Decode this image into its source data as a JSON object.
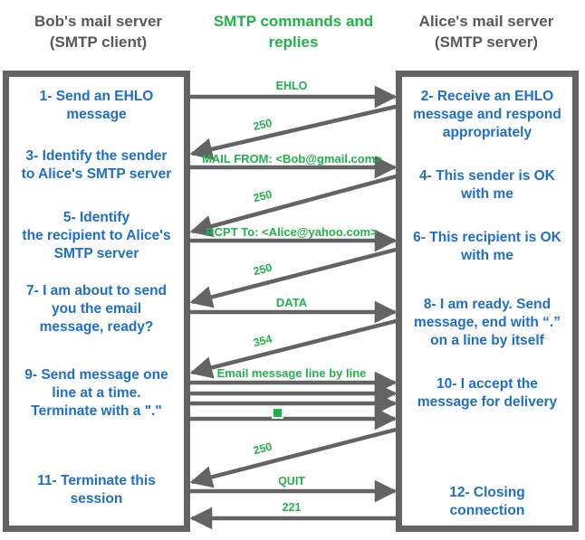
{
  "headings": {
    "left": "Bob's mail server\n(SMTP client)",
    "middle": "SMTP commands and\nreplies",
    "right": "Alice's mail server\n(SMTP server)"
  },
  "colors": {
    "client_text": "#1f6fc4",
    "label_green": "#22b14c",
    "heading_gray": "#595959",
    "arrow_gray": "#636363",
    "panel_border": "#636363",
    "background": "#ffffff"
  },
  "left_steps": [
    {
      "id": "step-1",
      "text": "1- Send an EHLO\nmessage"
    },
    {
      "id": "step-3",
      "text": "3- Identify the sender\nto Alice's SMTP server"
    },
    {
      "id": "step-5",
      "text": "5- Identify\nthe recipient to Alice's\nSMTP server"
    },
    {
      "id": "step-7",
      "text": "7- I am about to send\nyou the email\nmessage, ready?"
    },
    {
      "id": "step-9",
      "text": "9- Send message one\nline at a time.\nTerminate with a \".\""
    },
    {
      "id": "step-11",
      "text": "11- Terminate this\nsession"
    }
  ],
  "right_steps": [
    {
      "id": "step-2",
      "text": "2- Receive an EHLO\nmessage and respond\nappropriately"
    },
    {
      "id": "step-4",
      "text": "4- This sender is OK\nwith me"
    },
    {
      "id": "step-6",
      "text": "6- This recipient is OK\nwith me"
    },
    {
      "id": "step-8",
      "text": "8-  I am ready. Send\nmessage, end with “.”\non a line by itself"
    },
    {
      "id": "step-10",
      "text": "10-  I accept the\nmessage for delivery"
    },
    {
      "id": "step-12",
      "text": "12-  Closing\nconnection"
    }
  ],
  "messages": [
    {
      "id": "msg-ehlo",
      "label": "EHLO",
      "direction": "client-to-server",
      "style": "horizontal"
    },
    {
      "id": "msg-250-ehlo",
      "label": "250",
      "direction": "server-to-client",
      "style": "slanted"
    },
    {
      "id": "msg-mail-from",
      "label": "MAIL FROM: <Bob@gmail.com>",
      "direction": "client-to-server",
      "style": "horizontal"
    },
    {
      "id": "msg-250-mail",
      "label": "250",
      "direction": "server-to-client",
      "style": "slanted"
    },
    {
      "id": "msg-rcpt-to",
      "label": "RCPT To: <Alice@yahoo.com>",
      "direction": "client-to-server",
      "style": "horizontal"
    },
    {
      "id": "msg-250-rcpt",
      "label": "250",
      "direction": "server-to-client",
      "style": "slanted"
    },
    {
      "id": "msg-data",
      "label": "DATA",
      "direction": "client-to-server",
      "style": "horizontal"
    },
    {
      "id": "msg-354",
      "label": "354",
      "direction": "server-to-client",
      "style": "slanted"
    },
    {
      "id": "msg-email-lines",
      "label": "Email message line by line",
      "direction": "client-to-server",
      "style": "horizontal-multi"
    },
    {
      "id": "msg-250-data",
      "label": "250",
      "direction": "server-to-client",
      "style": "slanted"
    },
    {
      "id": "msg-quit",
      "label": "QUIT",
      "direction": "client-to-server",
      "style": "horizontal"
    },
    {
      "id": "msg-221",
      "label": "221",
      "direction": "server-to-client",
      "style": "horizontal"
    }
  ]
}
